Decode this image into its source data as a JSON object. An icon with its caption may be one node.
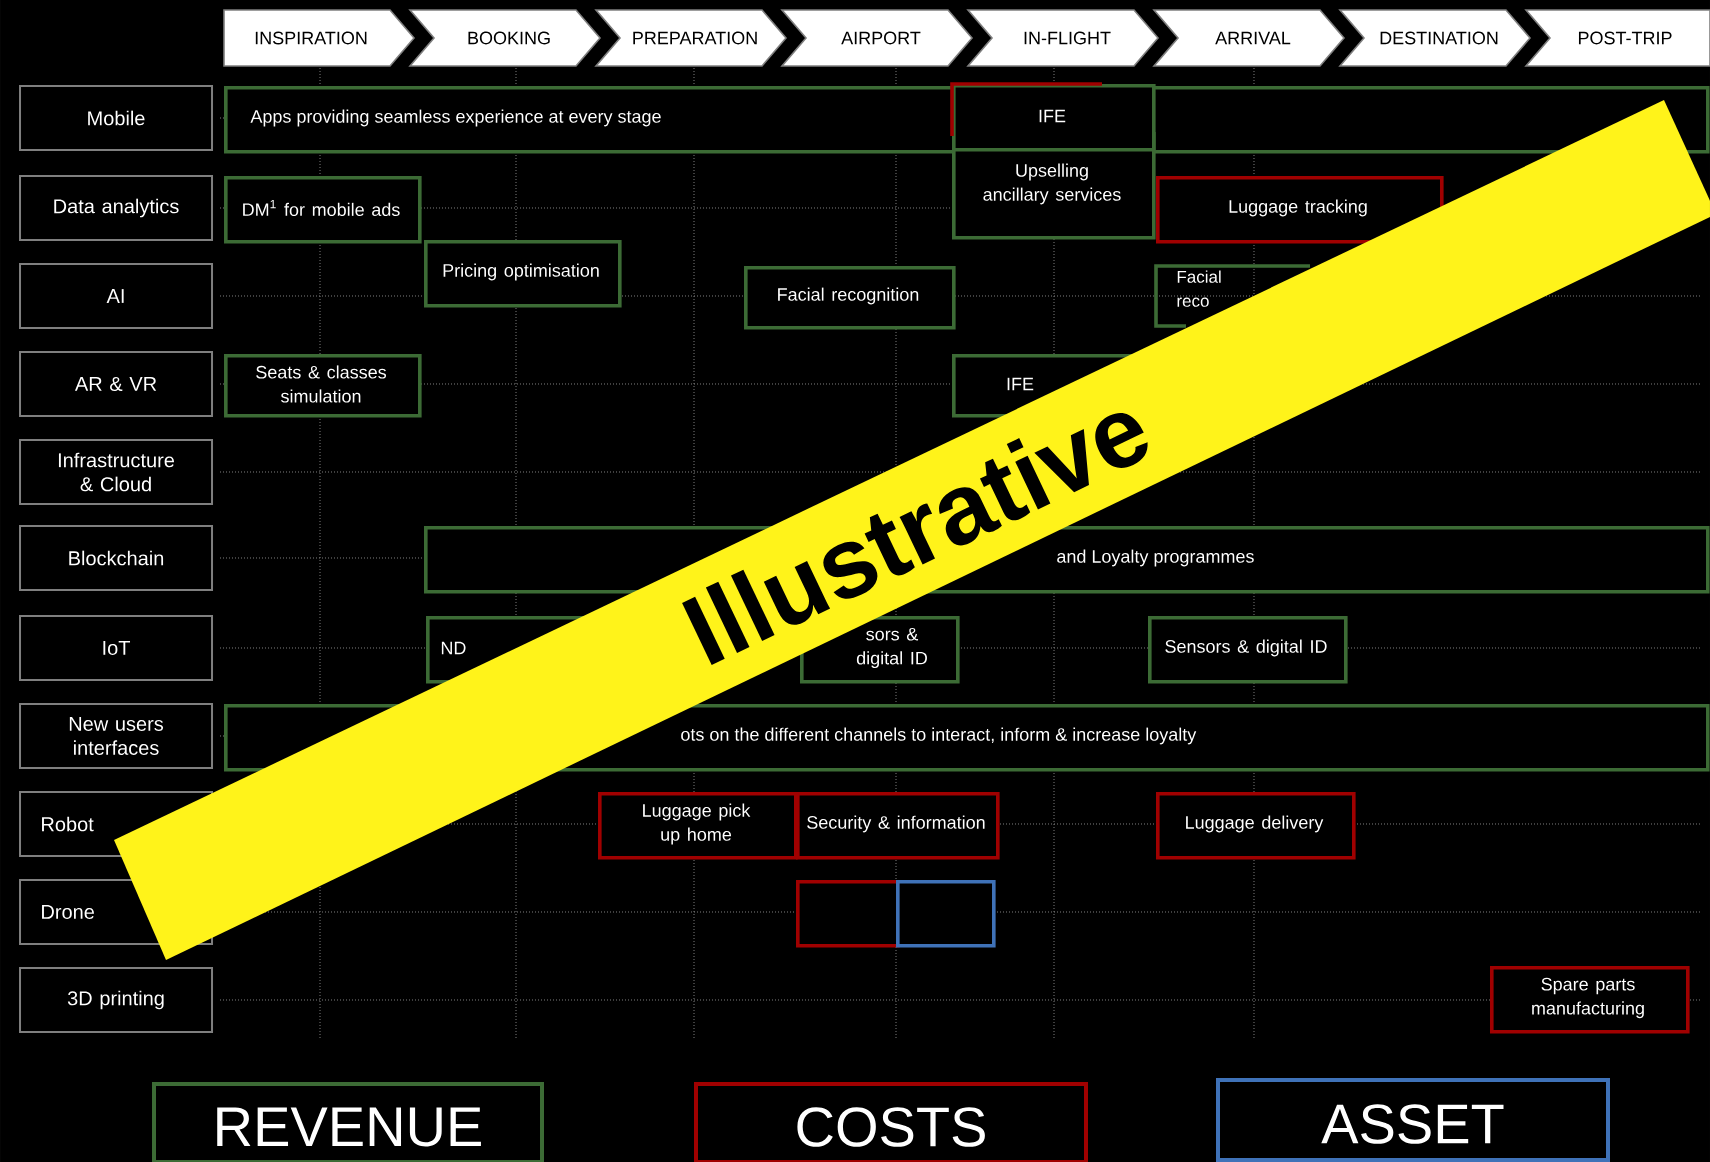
{
  "diagram": {
    "nodes": [
      {
        "text": [
          "INSPIRATION"
        ]
      },
      {
        "text": [
          "BOOKING"
        ]
      },
      {
        "text": [
          "PREPARATION"
        ]
      },
      {
        "text": [
          "AIRPORT"
        ]
      },
      {
        "text": [
          "IN-FLIGHT"
        ]
      },
      {
        "text": [
          "ARRIVAL"
        ]
      },
      {
        "text": [
          "DESTINATION"
        ]
      },
      {
        "text": [
          "POST-TRIP"
        ]
      },
      {
        "text": [
          "Mobile"
        ]
      },
      {
        "text": [
          "Data analytics"
        ]
      },
      {
        "text": [
          "AI"
        ]
      },
      {
        "text": [
          "AR & VR"
        ]
      },
      {
        "text": [
          "Infrastructure & Cloud"
        ]
      },
      {
        "text": [
          "Blockchain"
        ]
      },
      {
        "text": [
          "IoT"
        ]
      },
      {
        "text": [
          "New users interfaces"
        ]
      },
      {
        "text": [
          "Robot"
        ]
      },
      {
        "text": [
          "Drone"
        ]
      },
      {
        "text": [
          "3D printing"
        ]
      },
      {
        "text": [
          "Apps providing seamless experience at every stage"
        ]
      },
      {
        "text": [
          "IFE"
        ],
        "in": 19
      },
      {
        "text": [
          "Upselling ancillary services"
        ]
      },
      {
        "text": [
          "DM$^{1}$ for mobile ads"
        ]
      },
      {
        "text": [
          "Luggage tracking"
        ]
      },
      {
        "text": [
          "Pricing optimisation"
        ]
      },
      {
        "text": [
          "Facial recognition"
        ]
      },
      {
        "text": [
          "Facial reco"
        ]
      },
      {
        "text": [
          "Seats & classes simulation"
        ]
      },
      {
        "text": [
          "IFE"
        ]
      },
      {
        "text": [
          "and Loyalty programmes"
        ]
      },
      {
        "text": [
          "ND"
        ]
      },
      {
        "text": [
          "sors & digital ID"
        ]
      },
      {
        "text": [
          "Sensors & digital ID"
        ]
      },
      {
        "text": [
          "ots on the different channels to interact, inform & increase loyalty"
        ]
      },
      {
        "text": [
          "Luggage pick up home"
        ]
      },
      {
        "text": [
          "Security & information"
        ]
      },
      {
        "text": [
          "Luggage delivery"
        ]
      },
      {
        "text": [],
        "shape": "box"
      },
      {
        "text": [],
        "shape": "box"
      },
      {
        "text": [
          "Spare parts manufacturing"
        ]
      }
    ],
    "labels": [
      "Illustrative"
    ],
    "legend": [
      {
        "text": "REVENUE",
        "color": "#3c6b35"
      },
      {
        "text": "COSTS",
        "color": "#a00000"
      },
      {
        "text": "ASSET",
        "color": "#3f72b8"
      }
    ]
  }
}
